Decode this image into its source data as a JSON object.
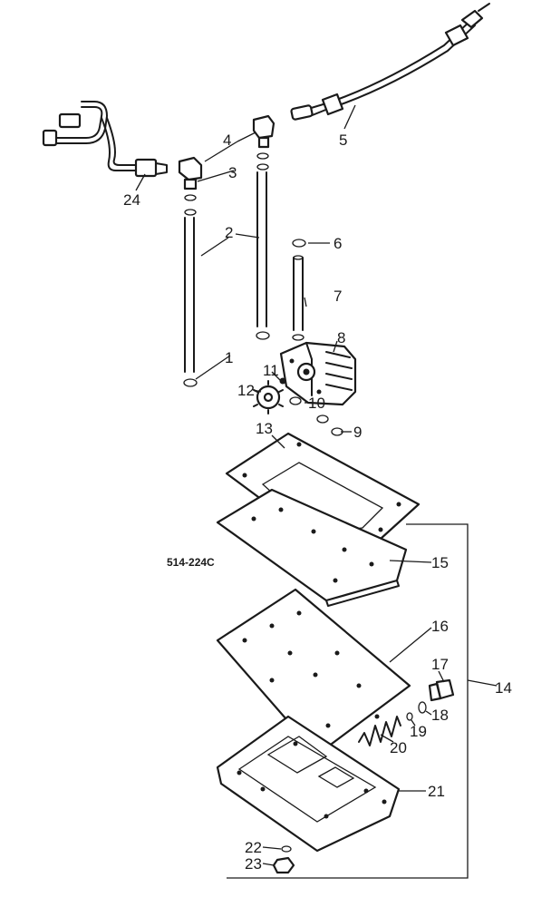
{
  "figure_ref": "514-224C",
  "callouts": {
    "c1": "1",
    "c2": "2",
    "c3": "3",
    "c4": "4",
    "c5": "5",
    "c6": "6",
    "c7": "7",
    "c8": "8",
    "c9": "9",
    "c10": "10",
    "c11": "11",
    "c12": "12",
    "c13": "13",
    "c14": "14",
    "c15": "15",
    "c16": "16",
    "c17": "17",
    "c18": "18",
    "c19": "19",
    "c20": "20",
    "c21": "21",
    "c22": "22",
    "c23": "23",
    "c24": "24"
  },
  "colors": {
    "ink": "#1a1a1a",
    "paper": "#ffffff"
  }
}
